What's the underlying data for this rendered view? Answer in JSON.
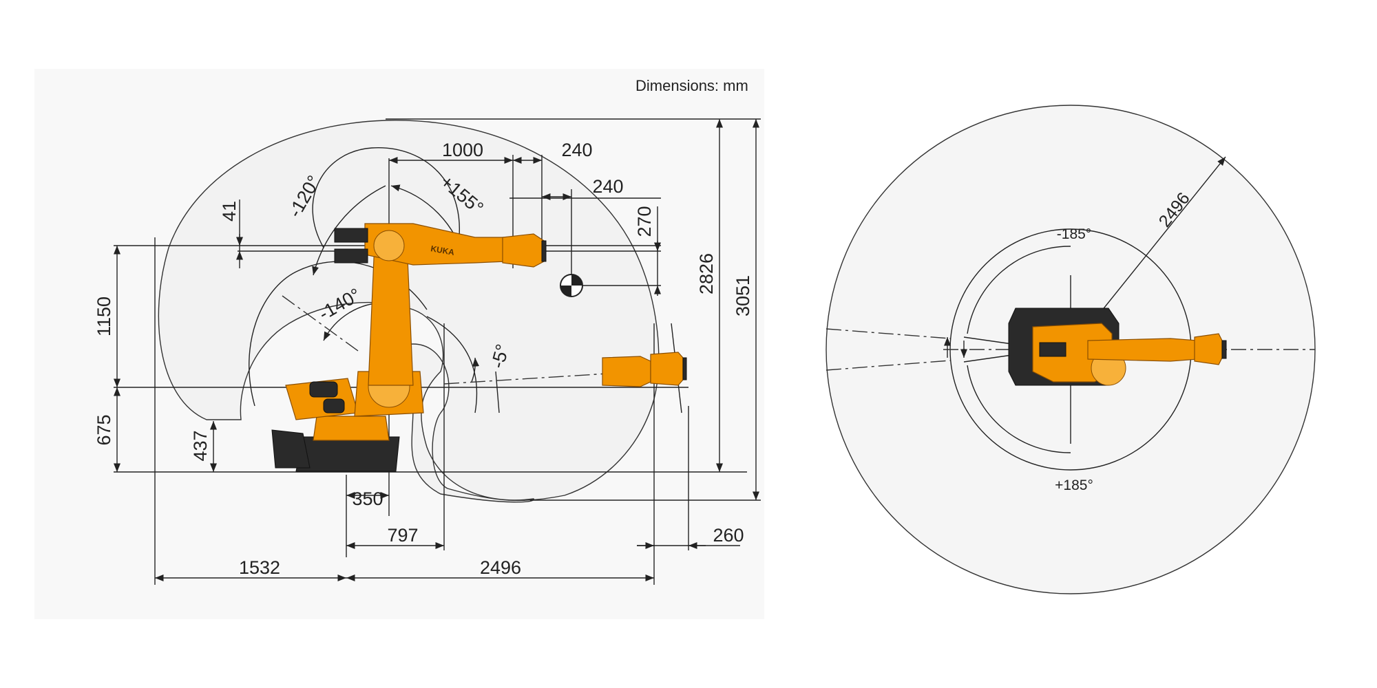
{
  "units_note": "Dimensions: mm",
  "side_view": {
    "horizontal_dims": [
      "1000",
      "240",
      "240",
      "350",
      "797",
      "260",
      "1532",
      "2496"
    ],
    "vertical_dims": [
      "41",
      "270",
      "2826",
      "3051",
      "1150",
      "675",
      "437"
    ],
    "angles": [
      "-120°",
      "+155°",
      "-140°",
      "-5°"
    ],
    "brand_label": "KUKA"
  },
  "top_view": {
    "radius_label": "2496",
    "angle_top": "-185°",
    "angle_bottom": "+185°"
  },
  "colors": {
    "robot": "#f29400",
    "envelope": "#ececec",
    "line": "#222222"
  }
}
